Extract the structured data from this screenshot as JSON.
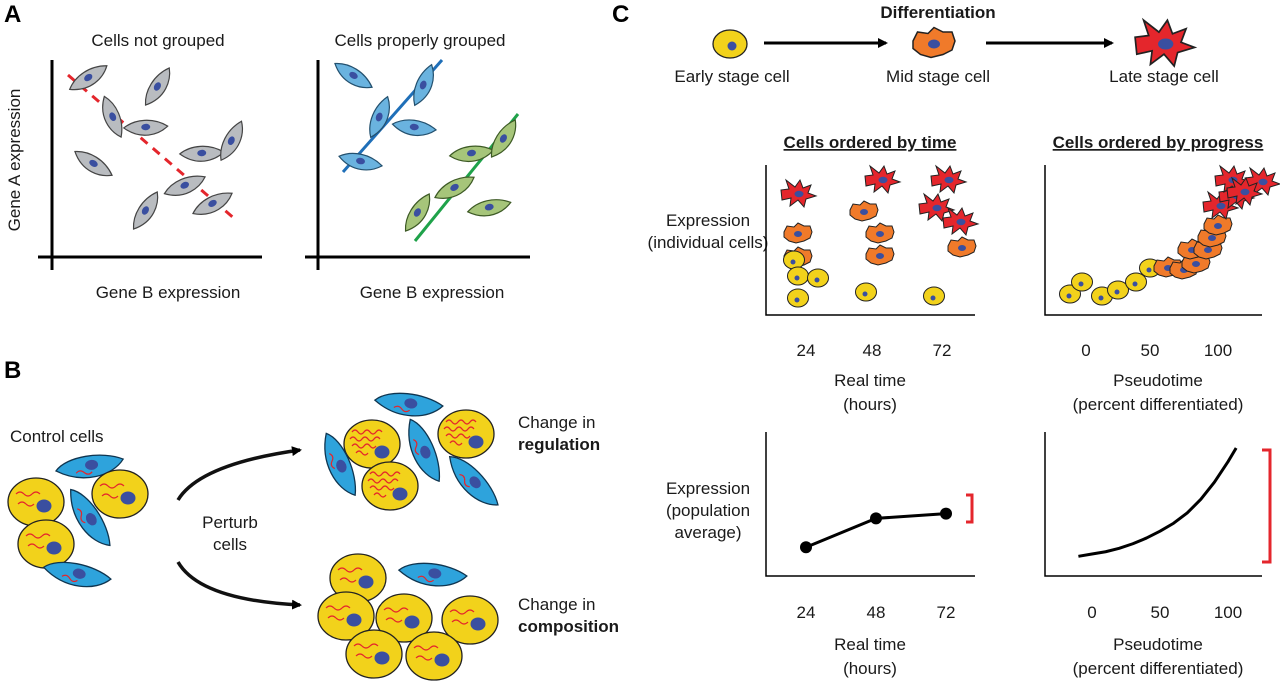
{
  "panels": {
    "a": {
      "letter": "A",
      "left_title": "Cells not grouped",
      "right_title": "Cells properly grouped",
      "y_label": "Gene A expression",
      "x_label_left": "Gene B expression",
      "x_label_right": "Gene B expression"
    },
    "b": {
      "letter": "B",
      "control_label": "Control cells",
      "perturb_line1": "Perturb",
      "perturb_line2": "cells",
      "reg_line1": "Change in",
      "reg_line2": "regulation",
      "comp_line1": "Change in",
      "comp_line2": "composition"
    },
    "c": {
      "letter": "C",
      "diff_title": "Differentiation",
      "early": "Early stage cell",
      "mid": "Mid stage cell",
      "late": "Late stage cell",
      "time_title": "Cells ordered by time",
      "progress_title": "Cells ordered by progress",
      "expr_ind_line1": "Expression",
      "expr_ind_line2": "(individual cells)",
      "expr_avg_line1": "Expression",
      "expr_avg_line2": "(population",
      "expr_avg_line3": "average)",
      "real_time_line1": "Real time",
      "real_time_line2": "(hours)",
      "pseudo_line1": "Pseudotime",
      "pseudo_line2": "(percent differentiated)",
      "time_ticks": [
        "24",
        "48",
        "72"
      ],
      "pseudo_ticks": [
        "0",
        "50",
        "100"
      ]
    }
  },
  "colors": {
    "gray_cell": "#b9bcc0",
    "blue_cell": "#6ab3df",
    "green_cell": "#a6c57a",
    "nucleus": "#3a4fa0",
    "cyan_cell": "#2ea3dc",
    "yellow_cell": "#f2d21b",
    "orange_cell": "#f07a2a",
    "red_cell": "#e4262c",
    "dashed_line": "#e4262c",
    "blue_line": "#1f6fb8",
    "green_line": "#1fa24a",
    "bracket": "#e4262c"
  },
  "chart_data": [
    {
      "type": "line",
      "xlabel": "Real time (hours)",
      "ylabel": "Expression (population average)",
      "x": [
        24,
        48,
        72
      ],
      "values": [
        0.24,
        0.48,
        0.52
      ]
    },
    {
      "type": "line",
      "xlabel": "Pseudotime (percent differentiated)",
      "ylabel": "Expression (population average)",
      "x": [
        -10,
        0,
        10,
        20,
        30,
        40,
        50,
        60,
        70,
        80,
        90,
        100,
        106
      ],
      "values": [
        0.05,
        0.07,
        0.09,
        0.12,
        0.16,
        0.21,
        0.27,
        0.34,
        0.43,
        0.55,
        0.7,
        0.88,
        1.0
      ]
    }
  ]
}
